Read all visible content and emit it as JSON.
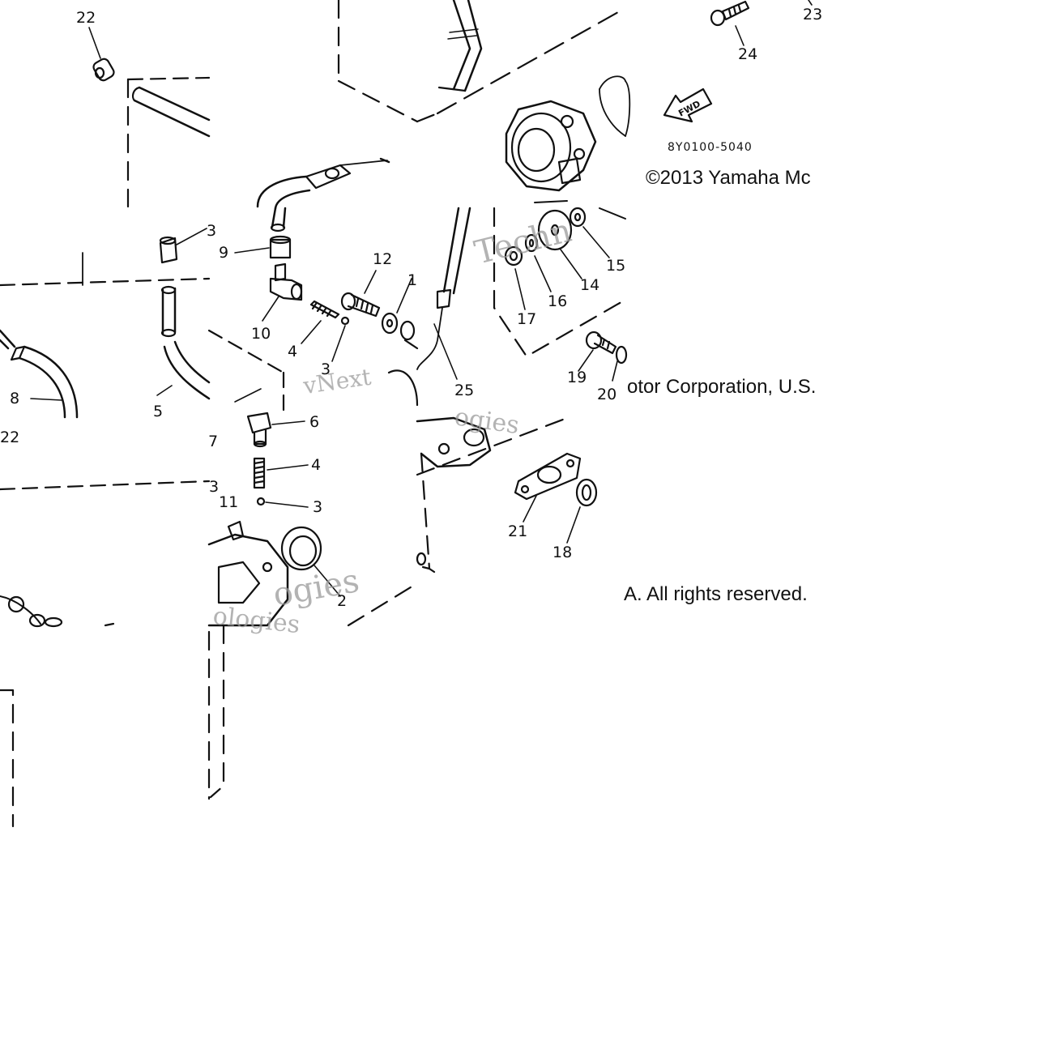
{
  "diagram": {
    "part_numbers": [
      "22",
      "9",
      "12",
      "10",
      "4",
      "3",
      "8",
      "5",
      "7",
      "6",
      "4",
      "3",
      "11",
      "3",
      "2",
      "17",
      "16",
      "14",
      "15",
      "19",
      "20",
      "21",
      "18",
      "25",
      "24",
      "23"
    ],
    "part_number_1": "22",
    "part_number_2": "9",
    "part_number_3": "12",
    "part_number_4": "10",
    "part_number_5": "4",
    "part_number_6": "3",
    "part_number_7": "8",
    "part_number_8": "5",
    "part_number_9": "7",
    "part_number_10": "6",
    "part_number_11": "4",
    "part_number_12": "3",
    "part_number_13": "11",
    "part_number_14": "3",
    "part_number_15": "2",
    "part_number_16": "17",
    "part_number_17": "16",
    "part_number_18": "14",
    "part_number_19": "15",
    "part_number_20": "19",
    "part_number_21": "20",
    "part_number_22": "21",
    "part_number_23": "18",
    "part_number_24": "25",
    "part_number_25": "24",
    "part_number_26": "23",
    "part_number_27": "22",
    "part_number_28": "1",
    "part_number_29": "3",
    "fwd_label": "FWD",
    "drawing_code": "8Y0100-5040"
  },
  "copyright": {
    "line1": "©2013 Yamaha Mc",
    "line2": "otor Corporation, U.S.",
    "line3": "A. All rights reserved."
  },
  "watermark": {
    "text_a": "vNext",
    "text_b": "Techn",
    "text_c": "ogies",
    "text_d": "ologies"
  },
  "colors": {
    "ink": "#111111",
    "watermark": "#9a9a9a",
    "background": "#ffffff"
  }
}
